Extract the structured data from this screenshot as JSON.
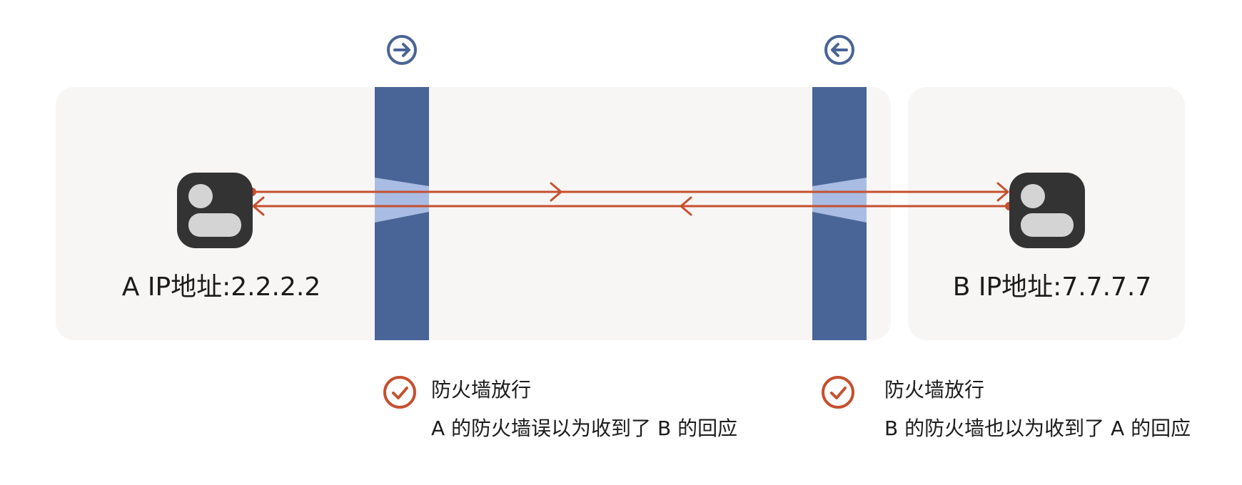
{
  "colors": {
    "zone_bg": "#f7f6f4",
    "firewall": "#496496",
    "firewall_pass": "#a9bde4",
    "connection": "#c5502f",
    "host_body": "#333333",
    "host_light": "#d4d4d4",
    "check": "#c5502f",
    "direction_icon": "#496496"
  },
  "host_a": {
    "label": "A IP地址:2.2.2.2",
    "icon": "host-icon"
  },
  "host_b": {
    "label": "B IP地址:7.7.7.7",
    "icon": "host-icon"
  },
  "firewall_a": {
    "direction_icon": "arrow-right-circle-icon",
    "status_icon": "check-circle-icon",
    "status": "防火墙放行",
    "note": "A 的防火墙误以为收到了 B 的回应"
  },
  "firewall_b": {
    "direction_icon": "arrow-left-circle-icon",
    "status_icon": "check-circle-icon",
    "status": "防火墙放行",
    "note": "B 的防火墙也以为收到了 A 的回应"
  }
}
